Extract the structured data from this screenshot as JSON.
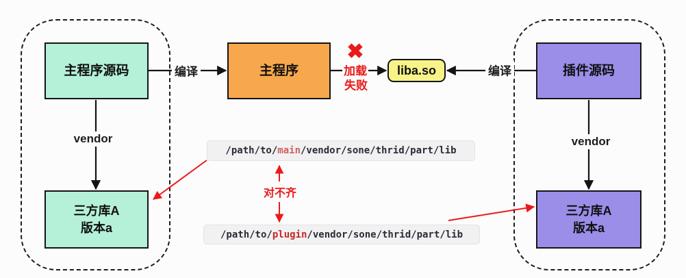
{
  "colors": {
    "background": "#fcfcfc",
    "mint_box": "#b5f1d8",
    "orange_box": "#f7a84c",
    "purple_box": "#9a8ee9",
    "yellow_box": "#f8f388",
    "box_border": "#141414",
    "red_accent": "#ea1a1a",
    "path_box_bg": "#f1f1f1",
    "path_text": "#2b2b38",
    "path_highlight_main": "#d25f5f",
    "path_highlight_plugin": "#ca2727"
  },
  "left_group": {
    "source_label": "主程序源码",
    "vendor_label": "vendor",
    "lib_label_line1": "三方库A",
    "lib_label_line2": "版本a"
  },
  "center": {
    "program_label": "主程序",
    "compile_left_label": "编译",
    "compile_right_label": "编译",
    "lib_file_label": "liba.so",
    "fail_icon": "✖",
    "fail_label_line1": "加载",
    "fail_label_line2": "失败",
    "misalign_label": "对不齐"
  },
  "right_group": {
    "source_label": "插件源码",
    "vendor_label": "vendor",
    "lib_label_line1": "三方库A",
    "lib_label_line2": "版本a"
  },
  "paths": {
    "main": {
      "prefix": "/path/to/",
      "highlight": "main",
      "suffix": "/vendor/sone/thrid/part/lib"
    },
    "plugin": {
      "prefix": "/path/to/",
      "highlight": "plugin",
      "suffix": "/vendor/sone/thrid/part/lib"
    }
  }
}
